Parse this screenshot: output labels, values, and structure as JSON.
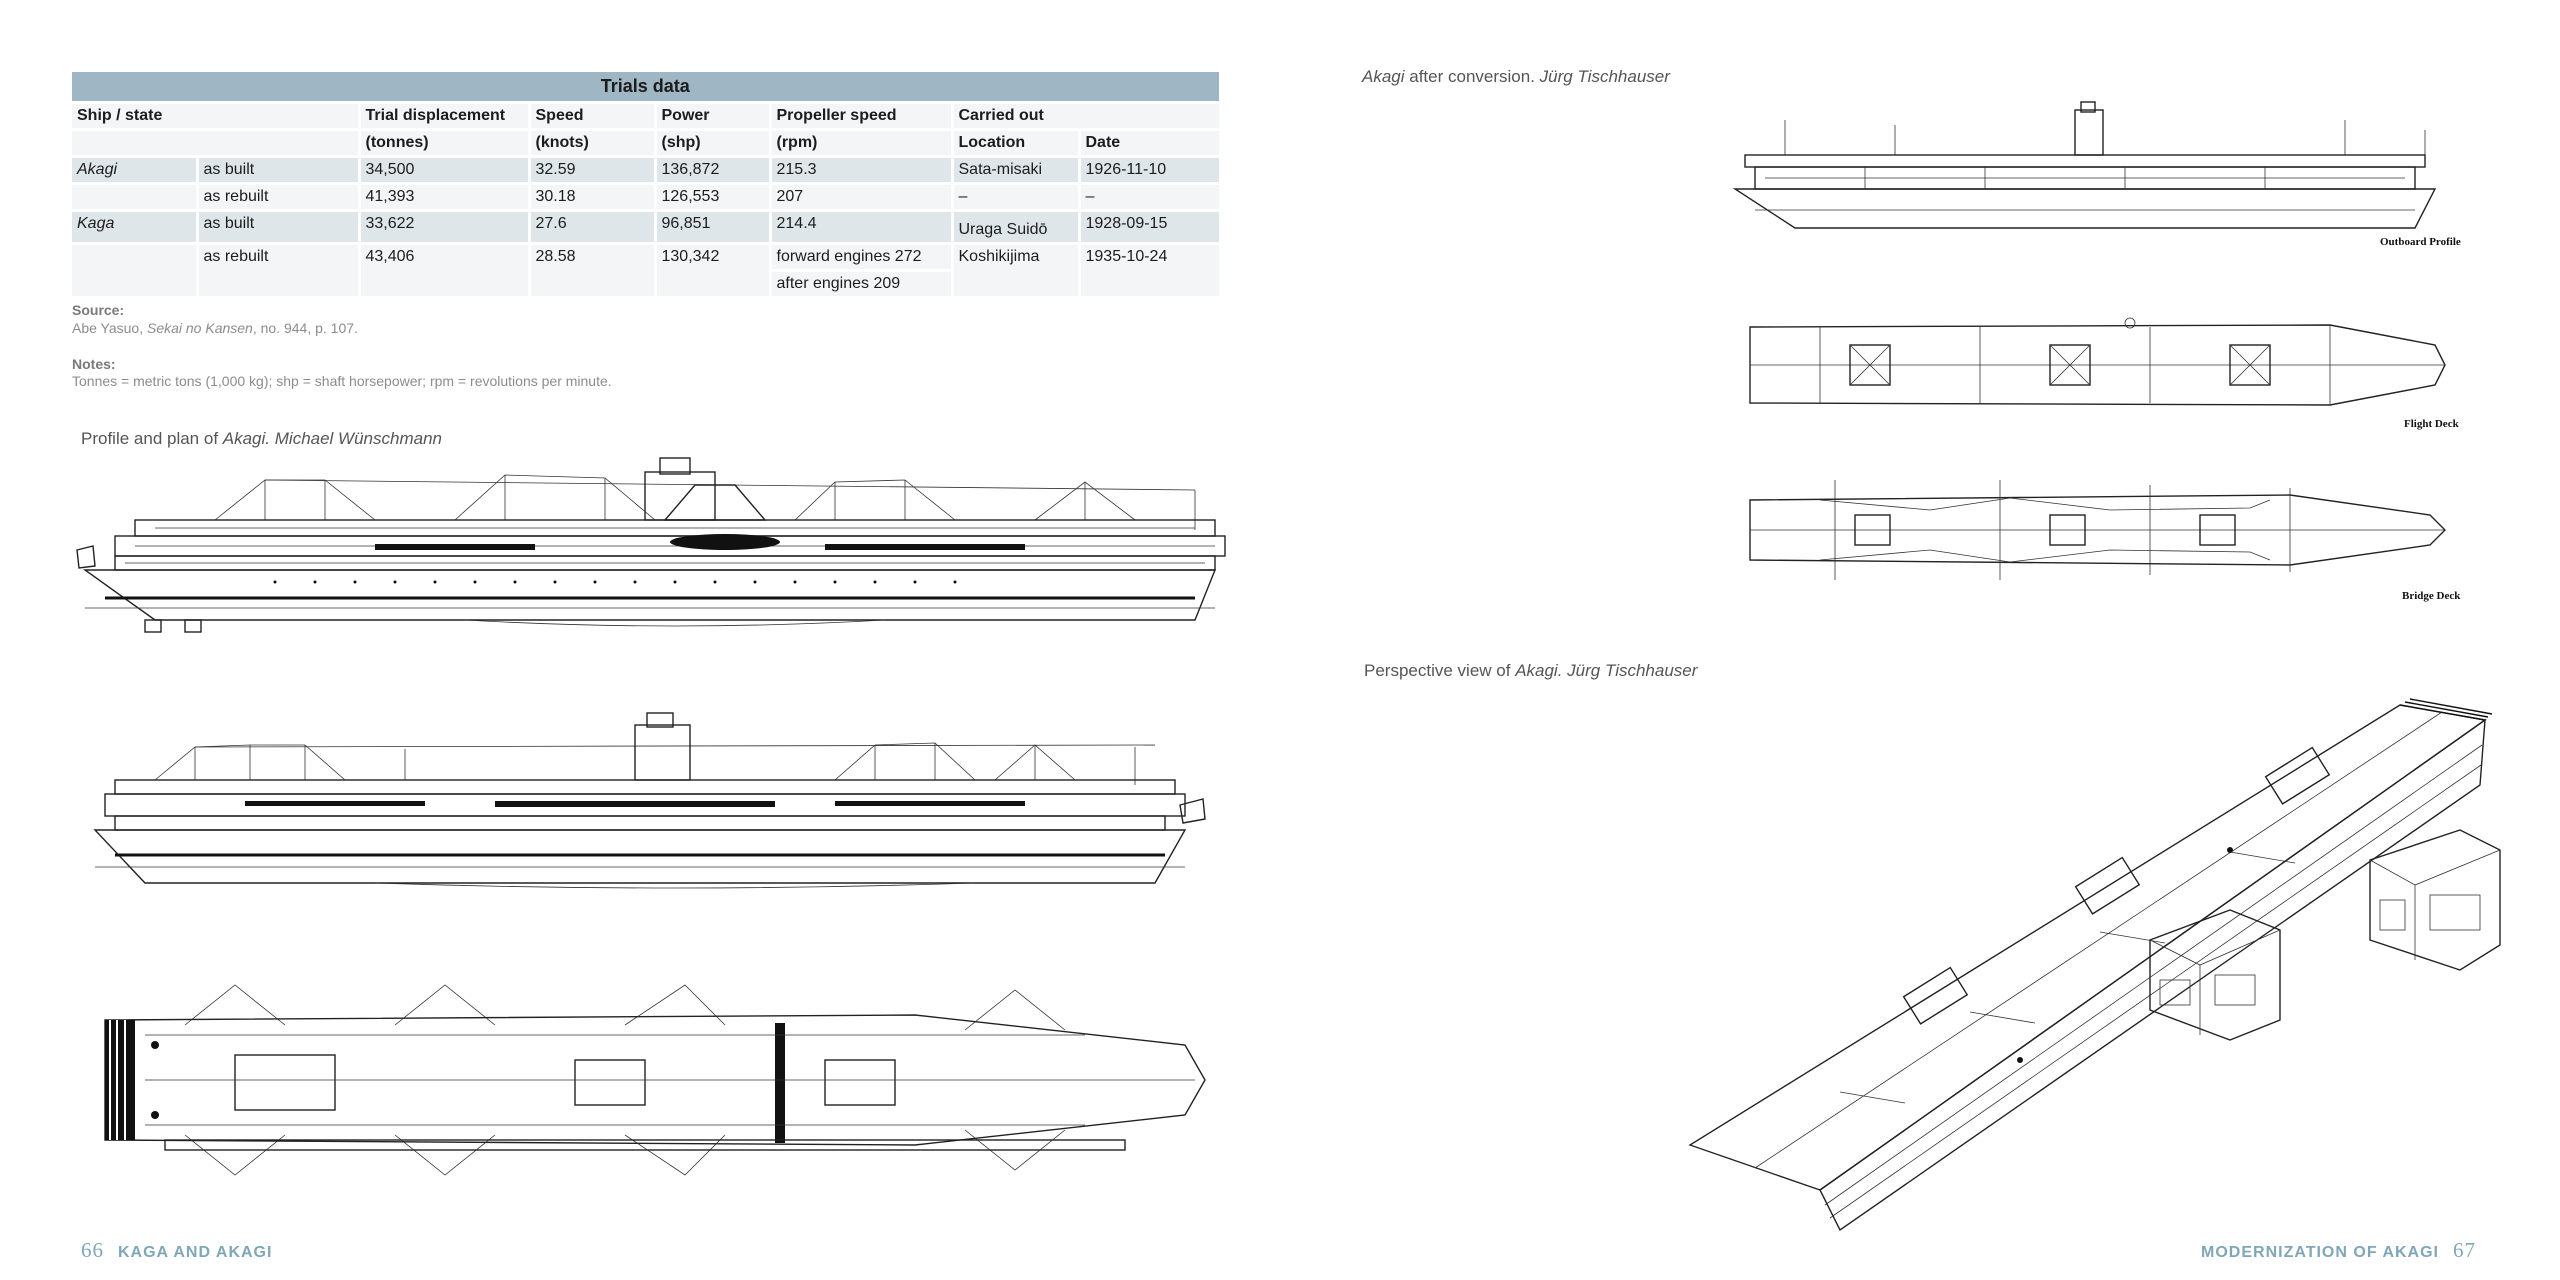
{
  "table": {
    "title": "Trials data",
    "headers": {
      "ship_state": "Ship / state",
      "trial_displacement": "Trial displacement",
      "speed": "Speed",
      "power": "Power",
      "propeller_speed": "Propeller speed",
      "carried_out": "Carried out"
    },
    "units": {
      "trial_displacement": "(tonnes)",
      "speed": "(knots)",
      "power": "(shp)",
      "propeller_speed": "(rpm)",
      "location": "Location",
      "date": "Date"
    },
    "rows": [
      {
        "ship": "Akagi",
        "state": "as built",
        "displacement": "34,500",
        "speed": "32.59",
        "power": "136,872",
        "propeller": "215.3",
        "location": "Sata-misaki",
        "date": "1926-11-10"
      },
      {
        "ship": "",
        "state": "as rebuilt",
        "displacement": "41,393",
        "speed": "30.18",
        "power": "126,553",
        "propeller": "207",
        "location": "–",
        "date": "–"
      },
      {
        "ship": "Kaga",
        "state": "as built",
        "displacement": "33,622",
        "speed": "27.6",
        "power": "96,851",
        "propeller": "214.4",
        "location": "Uraga Suidō",
        "date": "1928-09-15"
      },
      {
        "ship": "",
        "state": "as rebuilt",
        "displacement": "43,406",
        "speed": "28.58",
        "power": "130,342",
        "propeller": "forward engines 272",
        "propeller2": "after engines 209",
        "location": "Koshikijima",
        "date": "1935-10-24"
      }
    ]
  },
  "source": {
    "label": "Source:",
    "author": "Abe Yasuo, ",
    "work": "Sekai no Kansen",
    "rest": ", no. 944, p. 107."
  },
  "notes": {
    "label": "Notes:",
    "text": "Tonnes = metric tons (1,000 kg); shp = shaft horsepower; rpm = revolutions per minute."
  },
  "captions": {
    "profile_plan": {
      "pre": "Profile and plan of ",
      "ship": "Akagi",
      "sep": ". ",
      "credit": "Michael Wünschmann"
    },
    "after_conversion": {
      "ship": "Akagi",
      "mid": " after conversion. ",
      "credit": "Jürg Tischhauser"
    },
    "perspective": {
      "pre": "Perspective view of ",
      "ship": "Akagi",
      "sep": ". ",
      "credit": "Jürg Tischhauser"
    }
  },
  "plan_labels": {
    "outboard": "Outboard Profile",
    "flight": "Flight Deck",
    "bridge": "Bridge Deck"
  },
  "folio": {
    "left_num": "66",
    "left_title": "KAGA AND AKAGI",
    "right_title": "MODERNIZATION OF AKAGI",
    "right_num": "67"
  },
  "colors": {
    "table_title_bg": "#9fb6c4",
    "table_cell_bg": "#e6ebee",
    "folio": "#7fa7b8"
  }
}
